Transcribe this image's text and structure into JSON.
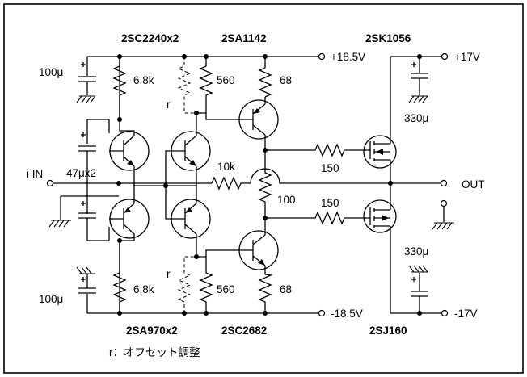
{
  "labels": {
    "q_top_pair": "2SC2240x2",
    "q_top_vas": "2SA1142",
    "q_top_mos": "2SK1056",
    "q_bot_pair": "2SA970x2",
    "q_bot_vas": "2SC2682",
    "q_bot_mos": "2SJ160",
    "v_pos_18": "+18.5V",
    "v_neg_18": "-18.5V",
    "v_pos_17": "+17V",
    "v_neg_17": "-17V",
    "c_top_left": "100μ",
    "c_bot_left": "100μ",
    "c_input": "47μx2",
    "c_top_right": "330μ",
    "c_bot_right": "330μ",
    "r_top_68k": "6.8k",
    "r_bot_68k": "6.8k",
    "r_top_560": "560",
    "r_bot_560": "560",
    "r_top_68": "68",
    "r_bot_68": "68",
    "r_feedback": "10k",
    "r_bias": "100",
    "r_gate_top": "150",
    "r_gate_bot": "150",
    "r_trim_top": "r",
    "r_trim_bot": "r",
    "input": "i IN",
    "output": "OUT",
    "note": "r：オフセット調整"
  }
}
